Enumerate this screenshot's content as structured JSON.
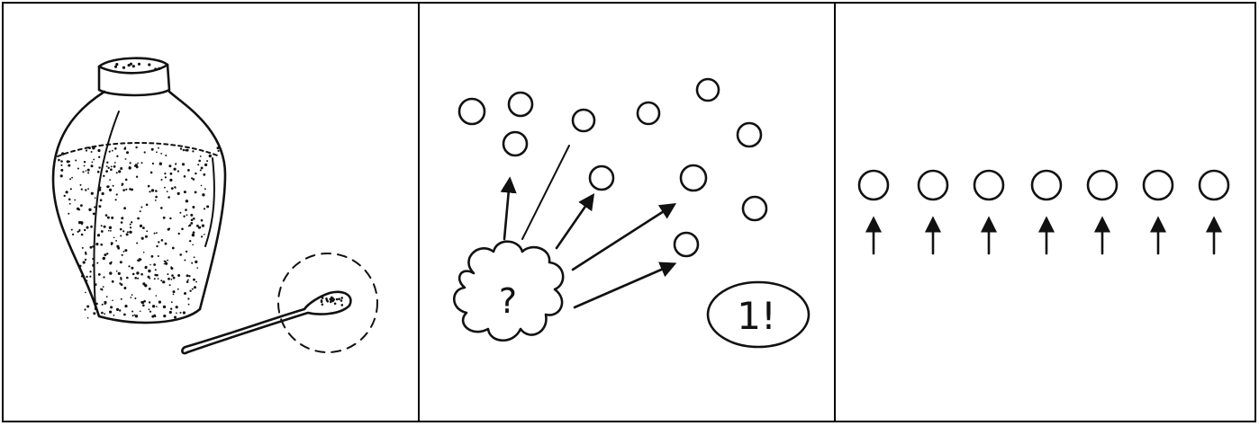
{
  "panels": [
    {
      "id": "panel-1"
    },
    {
      "id": "panel-2",
      "question_mark": "?",
      "bubble_text": "1!"
    },
    {
      "id": "panel-3"
    }
  ],
  "colors": {
    "ink": "#111111",
    "background": "#ffffff"
  }
}
